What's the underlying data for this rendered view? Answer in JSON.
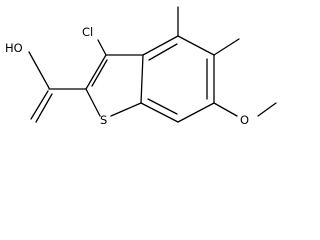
{
  "molecule": {
    "atoms": {
      "carboxylic_acid": "HO",
      "chlorine": "Cl",
      "sulfur": "S",
      "methoxy_oxygen": "O"
    }
  }
}
